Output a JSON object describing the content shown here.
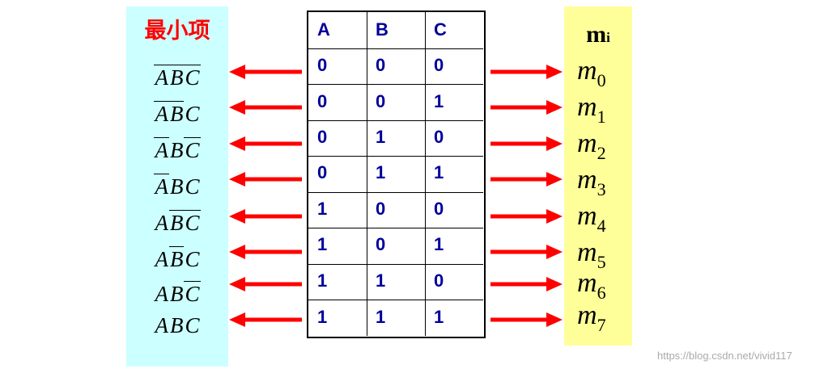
{
  "left_panel": {
    "title": "最小项",
    "minterms": [
      [
        {
          "t": "A",
          "ov": true
        },
        {
          "t": "B",
          "ov": true
        },
        {
          "t": "C",
          "ov": true
        }
      ],
      [
        {
          "t": "A",
          "ov": true
        },
        {
          "t": "B",
          "ov": true
        },
        {
          "t": "C",
          "ov": false
        }
      ],
      [
        {
          "t": "A",
          "ov": true
        },
        {
          "t": "B",
          "ov": false
        },
        {
          "t": "C",
          "ov": true
        }
      ],
      [
        {
          "t": "A",
          "ov": true
        },
        {
          "t": "B",
          "ov": false
        },
        {
          "t": "C",
          "ov": false
        }
      ],
      [
        {
          "t": "A",
          "ov": false
        },
        {
          "t": "B",
          "ov": true
        },
        {
          "t": "C",
          "ov": true
        }
      ],
      [
        {
          "t": "A",
          "ov": false
        },
        {
          "t": "B",
          "ov": true
        },
        {
          "t": "C",
          "ov": false
        }
      ],
      [
        {
          "t": "A",
          "ov": false
        },
        {
          "t": "B",
          "ov": false
        },
        {
          "t": "C",
          "ov": true
        }
      ],
      [
        {
          "t": "A",
          "ov": false
        },
        {
          "t": "B",
          "ov": false
        },
        {
          "t": "C",
          "ov": false
        }
      ]
    ]
  },
  "truth_table": {
    "headers": [
      "A",
      "B",
      "C"
    ],
    "rows": [
      [
        "0",
        "0",
        "0"
      ],
      [
        "0",
        "0",
        "1"
      ],
      [
        "0",
        "1",
        "0"
      ],
      [
        "0",
        "1",
        "1"
      ],
      [
        "1",
        "0",
        "0"
      ],
      [
        "1",
        "0",
        "1"
      ],
      [
        "1",
        "1",
        "0"
      ],
      [
        "1",
        "1",
        "1"
      ]
    ]
  },
  "right_panel": {
    "title_main": "m",
    "title_sub": "i",
    "labels": [
      {
        "base": "m",
        "sub": "0"
      },
      {
        "base": "m",
        "sub": "1"
      },
      {
        "base": "m",
        "sub": "2"
      },
      {
        "base": "m",
        "sub": "3"
      },
      {
        "base": "m",
        "sub": "4"
      },
      {
        "base": "m",
        "sub": "5"
      },
      {
        "base": "m",
        "sub": "6"
      },
      {
        "base": "m",
        "sub": "7"
      }
    ]
  },
  "colors": {
    "arrow": "#ff0000",
    "left_bg": "#ccffff",
    "right_bg": "#ffff99",
    "table_text": "#000099",
    "title_red": "#ff0000"
  },
  "watermark": "https://blog.csdn.net/vivid117"
}
